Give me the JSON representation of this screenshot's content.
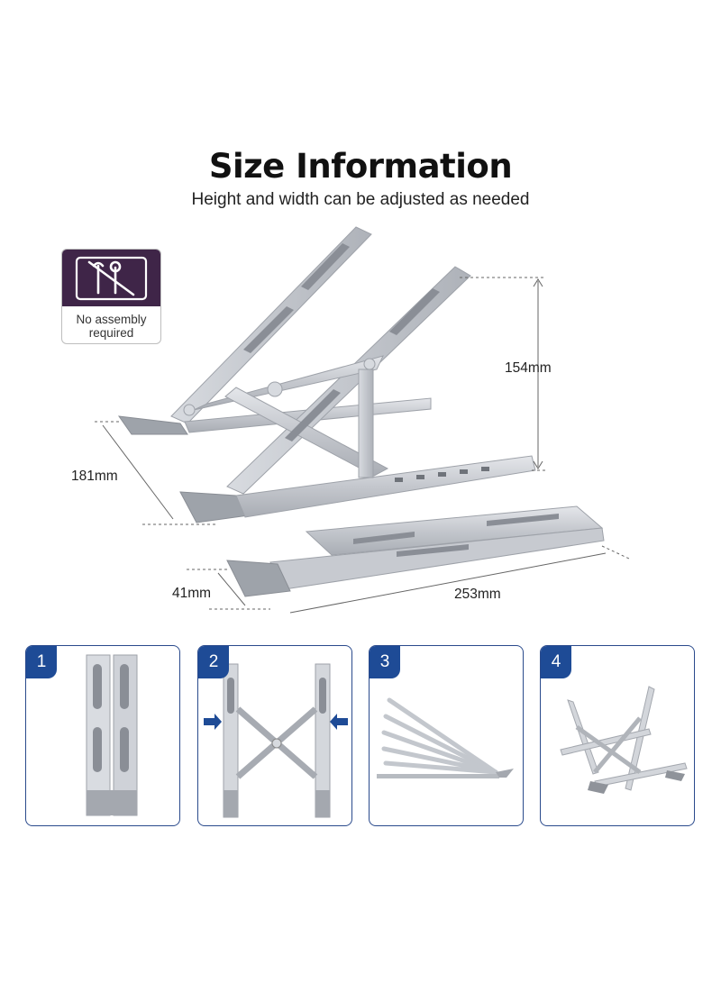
{
  "header": {
    "title": "Size Information",
    "subtitle": "Height and width can be adjusted as needed"
  },
  "badge": {
    "icon": "no-tools-icon",
    "line1": "No assembly",
    "line2": "required"
  },
  "dimensions": {
    "height": "154mm",
    "depth": "181mm",
    "folded_thickness": "41mm",
    "folded_length": "253mm"
  },
  "steps": [
    {
      "number": "1"
    },
    {
      "number": "2"
    },
    {
      "number": "3"
    },
    {
      "number": "4"
    }
  ],
  "colors": {
    "badge_purple": "#3f2548",
    "step_blue": "#1e4b96",
    "aluminum": "#c9ccd2",
    "aluminum_dark": "#8f939a"
  }
}
